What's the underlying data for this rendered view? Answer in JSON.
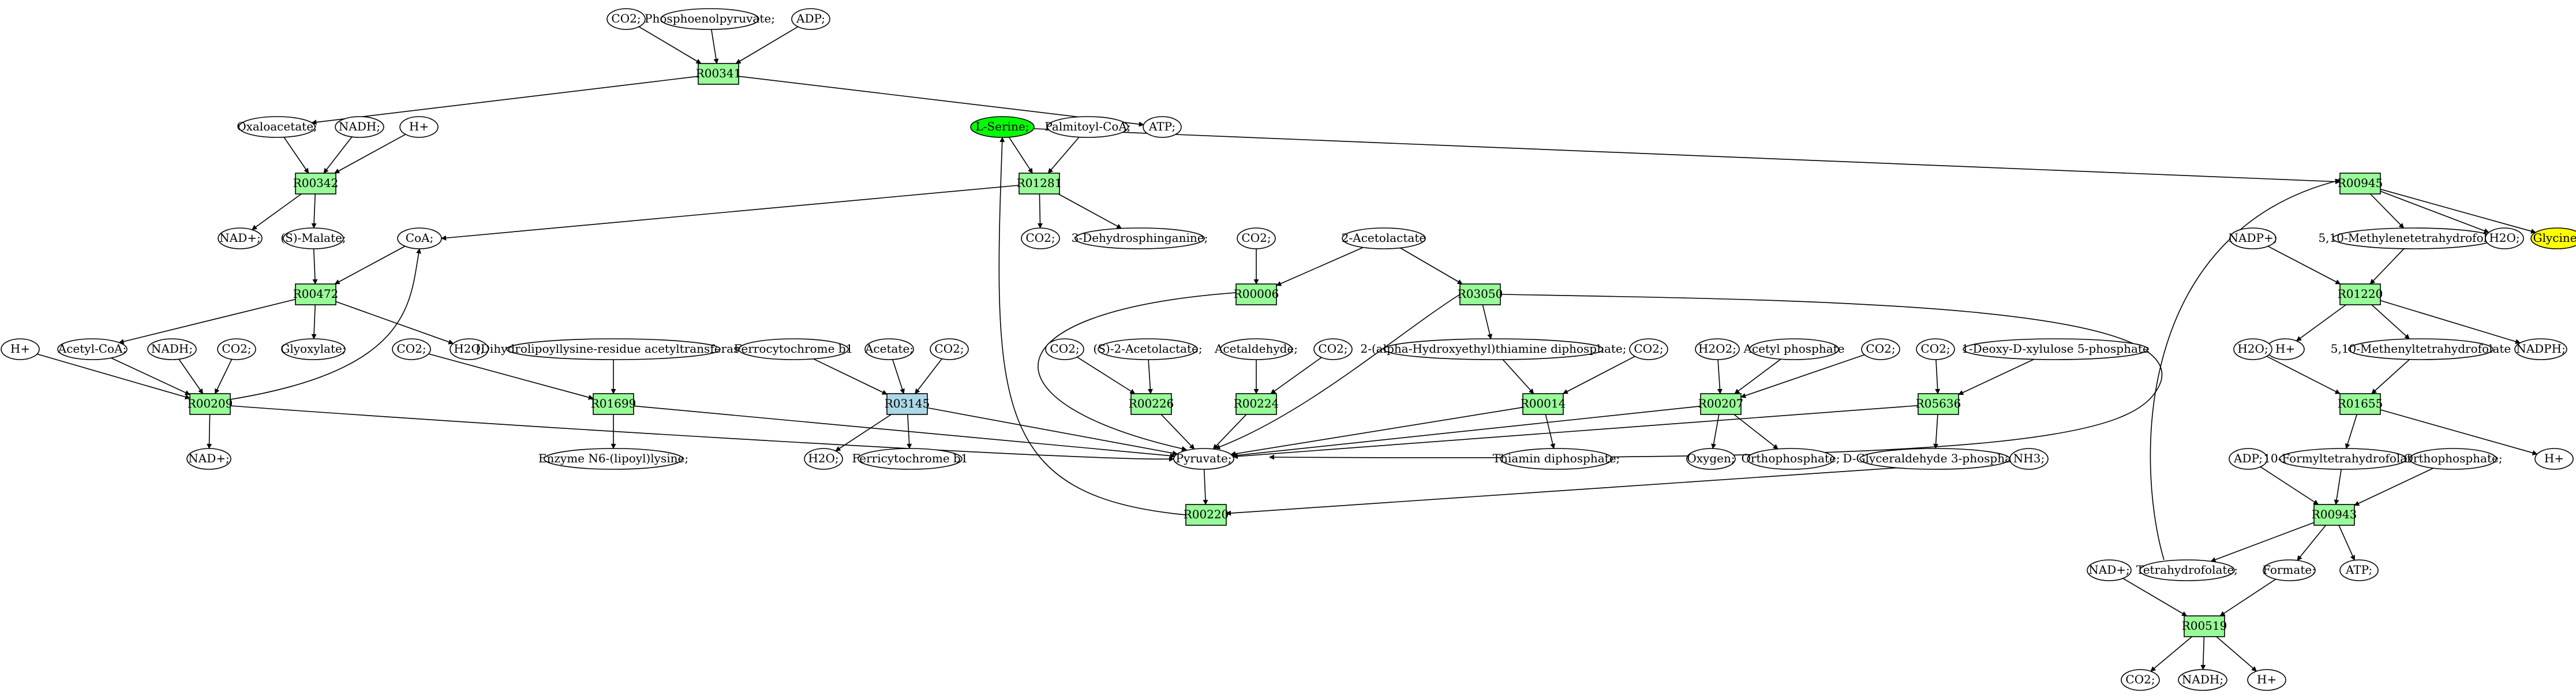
{
  "colors": {
    "reaction": "#98fb98",
    "reaction_alt": "#add8e6",
    "source": "#00ff00",
    "target": "#ffff00",
    "compound": "#ffffff",
    "stroke": "#000000"
  },
  "nodes": [
    {
      "id": "n_co2_a",
      "label": "CO2;",
      "kind": "compound"
    },
    {
      "id": "n_pep",
      "label": "Phosphoenolpyruvate;",
      "kind": "compound"
    },
    {
      "id": "n_adp_a",
      "label": "ADP;",
      "kind": "compound"
    },
    {
      "id": "r_R00341",
      "label": "R00341",
      "kind": "reaction"
    },
    {
      "id": "n_oxaloacetate",
      "label": "Oxaloacetate;",
      "kind": "compound"
    },
    {
      "id": "n_nadh_a",
      "label": "NADH;",
      "kind": "compound"
    },
    {
      "id": "n_hplus_a",
      "label": "H+",
      "kind": "compound"
    },
    {
      "id": "n_atp_a",
      "label": "ATP;",
      "kind": "compound"
    },
    {
      "id": "r_R00342",
      "label": "R00342",
      "kind": "reaction"
    },
    {
      "id": "n_nadp_a",
      "label": "NAD+;",
      "kind": "compound"
    },
    {
      "id": "n_smalate",
      "label": "(S)-Malate;",
      "kind": "compound"
    },
    {
      "id": "n_coa",
      "label": "CoA;",
      "kind": "compound"
    },
    {
      "id": "r_R00472",
      "label": "R00472",
      "kind": "reaction"
    },
    {
      "id": "n_hplus_b",
      "label": "H+",
      "kind": "compound"
    },
    {
      "id": "n_acetylcoa",
      "label": "Acetyl-CoA;",
      "kind": "compound"
    },
    {
      "id": "n_nadh_b",
      "label": "NADH;",
      "kind": "compound"
    },
    {
      "id": "n_co2_b",
      "label": "CO2;",
      "kind": "compound"
    },
    {
      "id": "n_glyoxylate",
      "label": "Glyoxylate;",
      "kind": "compound"
    },
    {
      "id": "n_co2_c",
      "label": "CO2;",
      "kind": "compound"
    },
    {
      "id": "n_h2o_a",
      "label": "H2O;",
      "kind": "compound"
    },
    {
      "id": "n_dihydrolipoyl",
      "label": "[Dihydrolipoyllysine-residue acetyltransferase]",
      "kind": "compound"
    },
    {
      "id": "r_R00209",
      "label": "R00209",
      "kind": "reaction"
    },
    {
      "id": "r_R01699",
      "label": "R01699",
      "kind": "reaction"
    },
    {
      "id": "n_nadp_b",
      "label": "NAD+;",
      "kind": "compound"
    },
    {
      "id": "n_enzyme_n6",
      "label": "Enzyme N6-(lipoyl)lysine;",
      "kind": "compound"
    },
    {
      "id": "n_lserine",
      "label": "L-Serine;",
      "kind": "source"
    },
    {
      "id": "n_palmitoylcoa",
      "label": "Palmitoyl-CoA;",
      "kind": "compound"
    },
    {
      "id": "r_R01281",
      "label": "R01281",
      "kind": "reaction"
    },
    {
      "id": "n_co2_d",
      "label": "CO2;",
      "kind": "compound"
    },
    {
      "id": "n_dehydrosphinganine",
      "label": "3-Dehydrosphinganine;",
      "kind": "compound"
    },
    {
      "id": "n_ferrocytochrome",
      "label": "Ferrocytochrome b1",
      "kind": "compound"
    },
    {
      "id": "n_acetate",
      "label": "Acetate;",
      "kind": "compound"
    },
    {
      "id": "n_co2_e",
      "label": "CO2;",
      "kind": "compound"
    },
    {
      "id": "r_R03145",
      "label": "R03145",
      "kind": "reaction_alt"
    },
    {
      "id": "n_h2o_b",
      "label": "H2O;",
      "kind": "compound"
    },
    {
      "id": "n_ferricytochrome",
      "label": "Ferricytochrome b1",
      "kind": "compound"
    },
    {
      "id": "n_co2_f",
      "label": "CO2;",
      "kind": "compound"
    },
    {
      "id": "n_acetolactate",
      "label": "2-Acetolactate",
      "kind": "compound"
    },
    {
      "id": "r_R00006",
      "label": "R00006",
      "kind": "reaction"
    },
    {
      "id": "r_R03050",
      "label": "R03050",
      "kind": "reaction"
    },
    {
      "id": "n_co2_g",
      "label": "CO2;",
      "kind": "compound"
    },
    {
      "id": "n_s2acetolactate",
      "label": "(S)-2-Acetolactate;",
      "kind": "compound"
    },
    {
      "id": "n_acetaldehyde",
      "label": "Acetaldehyde;",
      "kind": "compound"
    },
    {
      "id": "n_co2_h",
      "label": "CO2;",
      "kind": "compound"
    },
    {
      "id": "r_R00226",
      "label": "R00226",
      "kind": "reaction"
    },
    {
      "id": "r_R00224",
      "label": "R00224",
      "kind": "reaction"
    },
    {
      "id": "n_hydroxyethyl",
      "label": "2-(alpha-Hydroxyethyl)thiamine diphosphate;",
      "kind": "compound"
    },
    {
      "id": "n_co2_i",
      "label": "CO2;",
      "kind": "compound"
    },
    {
      "id": "n_h2o2",
      "label": "H2O2;",
      "kind": "compound"
    },
    {
      "id": "n_acetylphosphate",
      "label": "Acetyl phosphate",
      "kind": "compound"
    },
    {
      "id": "n_co2_j",
      "label": "CO2;",
      "kind": "compound"
    },
    {
      "id": "n_co2_k",
      "label": "CO2;",
      "kind": "compound"
    },
    {
      "id": "n_deoxyxylulose",
      "label": "1-Deoxy-D-xylulose 5-phosphate",
      "kind": "compound"
    },
    {
      "id": "r_R00014",
      "label": "R00014",
      "kind": "reaction"
    },
    {
      "id": "r_R00207",
      "label": "R00207",
      "kind": "reaction"
    },
    {
      "id": "r_R05636",
      "label": "R05636",
      "kind": "reaction"
    },
    {
      "id": "n_pyruvate",
      "label": "Pyruvate;",
      "kind": "compound"
    },
    {
      "id": "n_thiamin",
      "label": "Thiamin diphosphate;",
      "kind": "compound"
    },
    {
      "id": "n_oxygen",
      "label": "Oxygen;",
      "kind": "compound"
    },
    {
      "id": "n_orthophosphate_a",
      "label": "Orthophosphate;",
      "kind": "compound"
    },
    {
      "id": "n_glyceraldehyde",
      "label": "D-Glyceraldehyde 3-phosphate;",
      "kind": "compound"
    },
    {
      "id": "n_nh3",
      "label": "NH3;",
      "kind": "compound"
    },
    {
      "id": "r_R00220",
      "label": "R00220",
      "kind": "reaction"
    },
    {
      "id": "r_R00945",
      "label": "R00945",
      "kind": "reaction"
    },
    {
      "id": "n_methylene",
      "label": "5,10-Methylenetetrahydrofolate;",
      "kind": "compound"
    },
    {
      "id": "n_h2o_c",
      "label": "H2O;",
      "kind": "compound"
    },
    {
      "id": "n_glycine",
      "label": "Glycine;",
      "kind": "target"
    },
    {
      "id": "n_nadpplus",
      "label": "NADP+;",
      "kind": "compound"
    },
    {
      "id": "r_R01220",
      "label": "R01220",
      "kind": "reaction"
    },
    {
      "id": "n_hplus_c",
      "label": "H+",
      "kind": "compound"
    },
    {
      "id": "n_methenyl",
      "label": "5,10-Methenyltetrahydrofolate",
      "kind": "compound"
    },
    {
      "id": "n_nadph",
      "label": "NADPH;",
      "kind": "compound"
    },
    {
      "id": "n_h2o_d",
      "label": "H2O;",
      "kind": "compound"
    },
    {
      "id": "r_R01655",
      "label": "R01655",
      "kind": "reaction"
    },
    {
      "id": "n_hplus_d",
      "label": "H+",
      "kind": "compound"
    },
    {
      "id": "n_adp_b",
      "label": "ADP;",
      "kind": "compound"
    },
    {
      "id": "n_formyl",
      "label": "10-Formyltetrahydrofolate;",
      "kind": "compound"
    },
    {
      "id": "n_orthophosphate_b",
      "label": "Orthophosphate;",
      "kind": "compound"
    },
    {
      "id": "r_R00943",
      "label": "R00943",
      "kind": "reaction"
    },
    {
      "id": "n_nadp_c",
      "label": "NAD+;",
      "kind": "compound"
    },
    {
      "id": "n_thf",
      "label": "Tetrahydrofolate;",
      "kind": "compound"
    },
    {
      "id": "n_formate",
      "label": "Formate;",
      "kind": "compound"
    },
    {
      "id": "n_atp_b",
      "label": "ATP;",
      "kind": "compound"
    },
    {
      "id": "r_R00519",
      "label": "R00519",
      "kind": "reaction"
    },
    {
      "id": "n_co2_l",
      "label": "CO2;",
      "kind": "compound"
    },
    {
      "id": "n_nadh_c",
      "label": "NADH;",
      "kind": "compound"
    },
    {
      "id": "n_hplus_e",
      "label": "H+",
      "kind": "compound"
    }
  ]
}
